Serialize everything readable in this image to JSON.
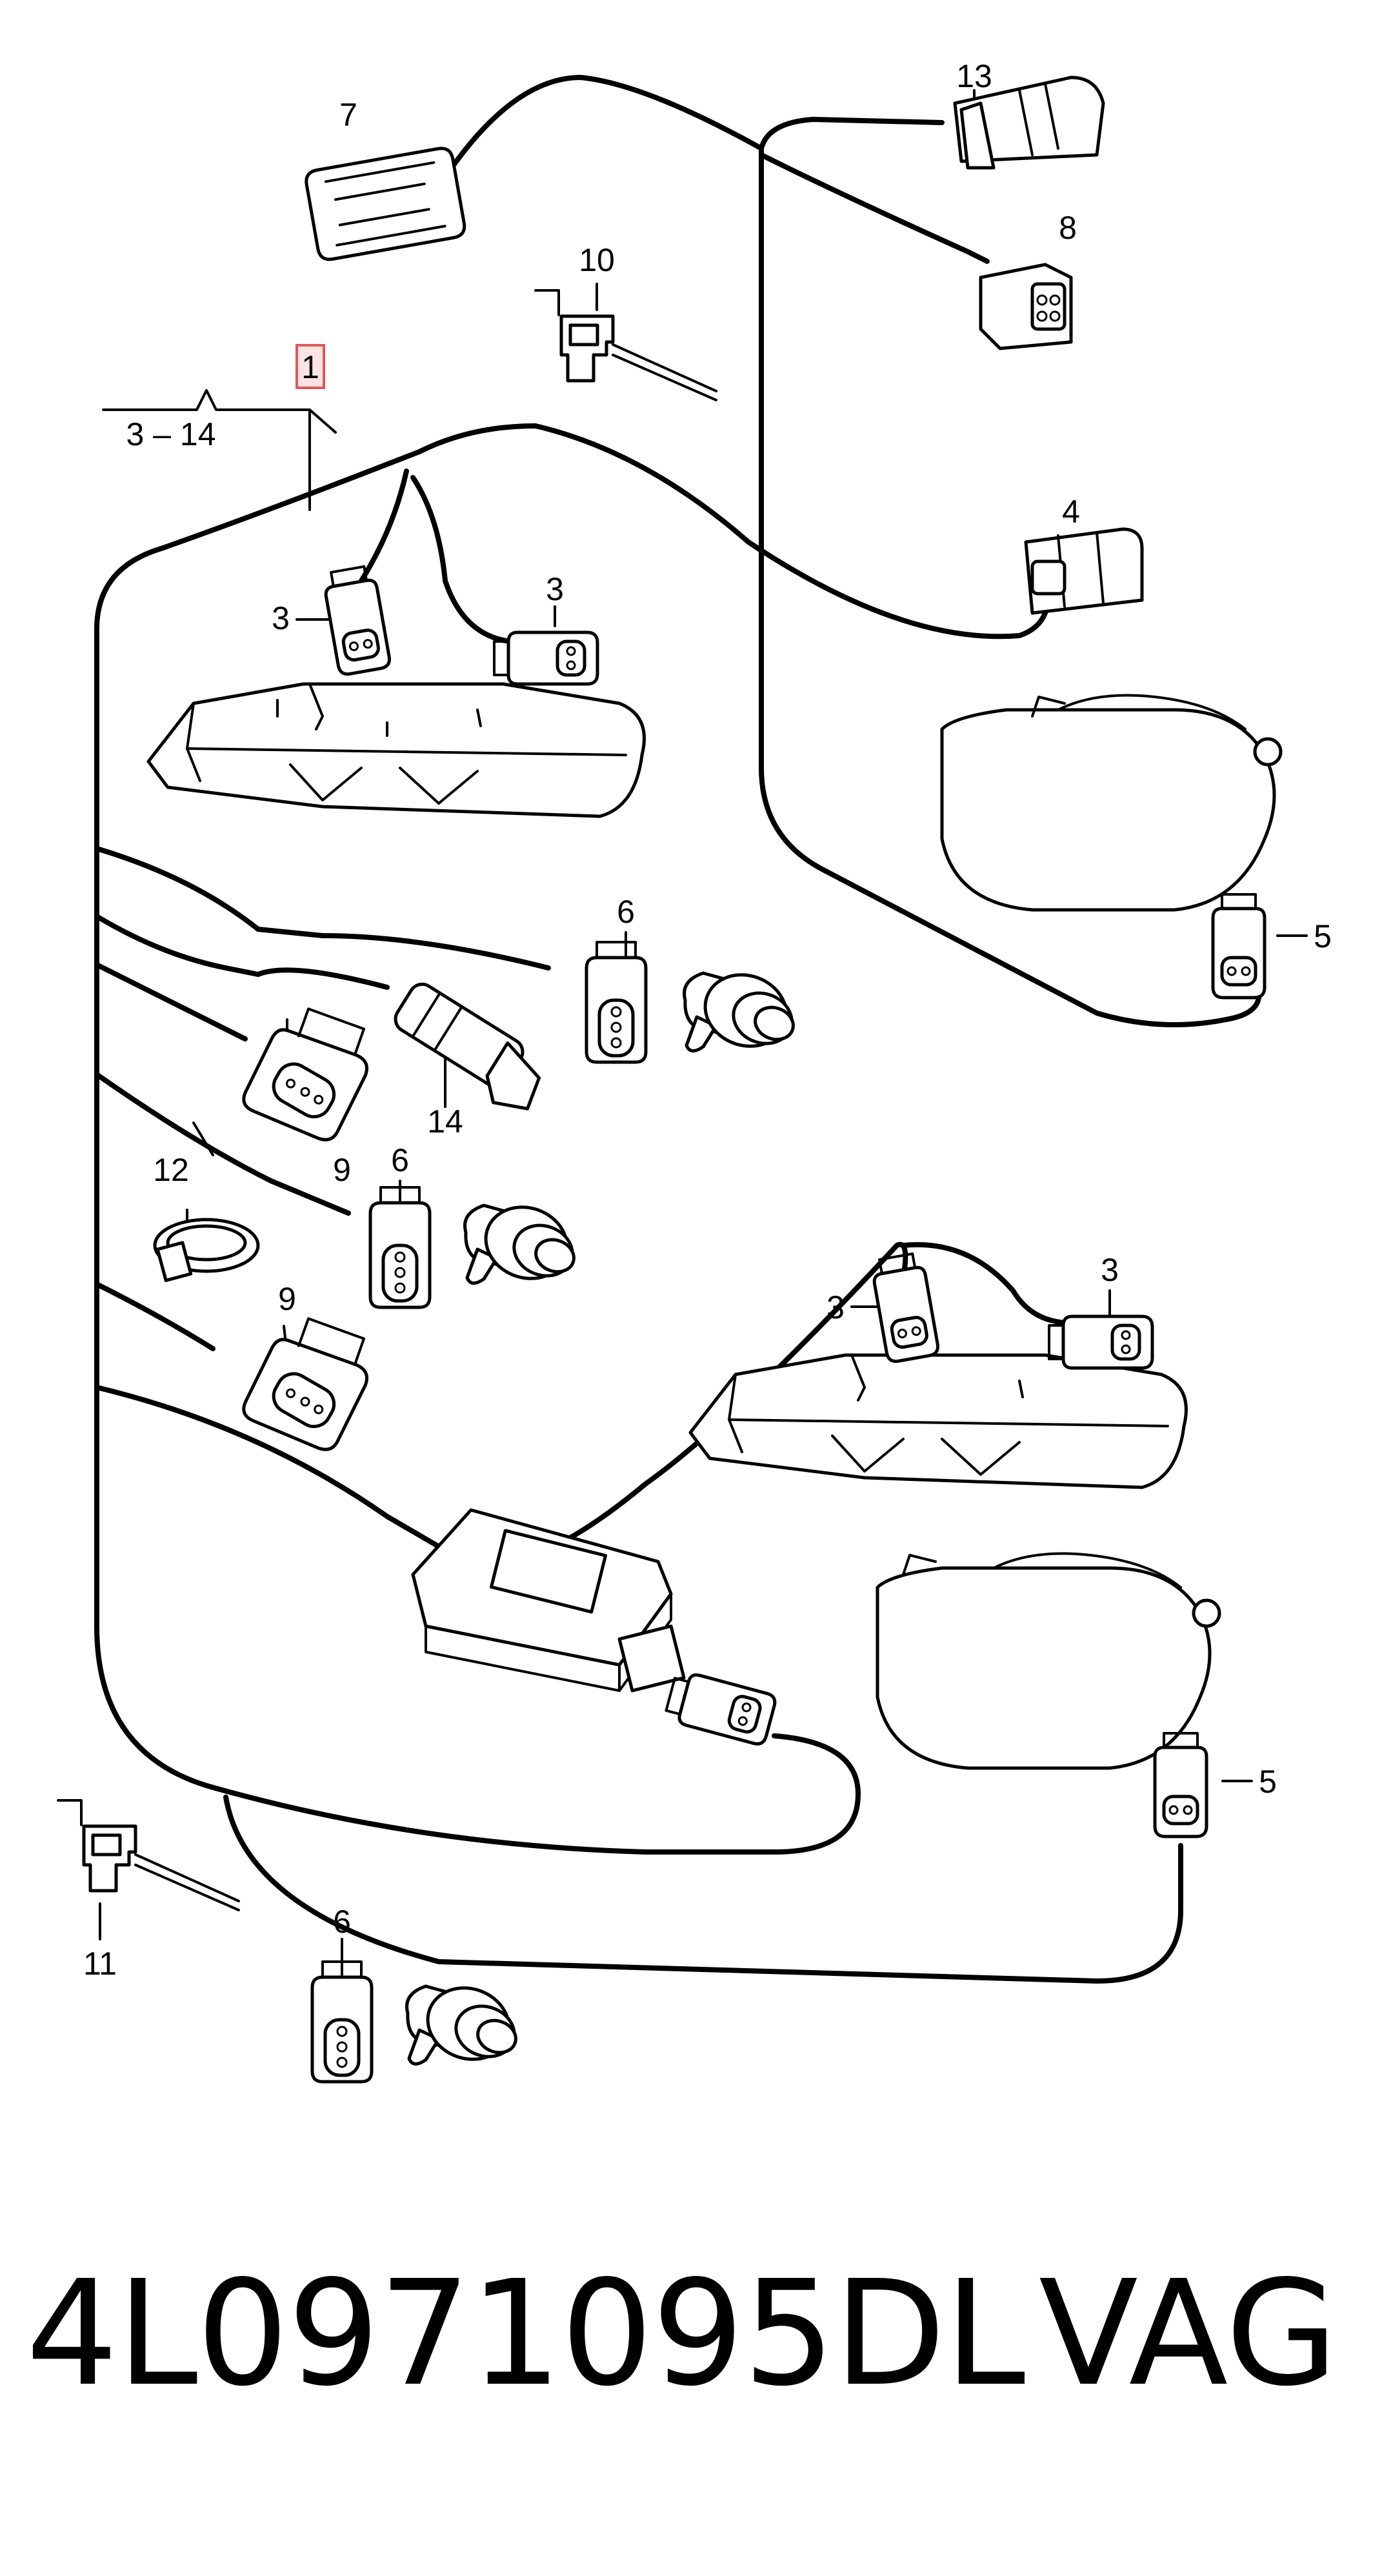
{
  "diagram": {
    "callouts": {
      "main_assembly": "1",
      "main_range": "3 – 14",
      "c3a": "3",
      "c3b": "3",
      "c3c": "3",
      "c3d": "3",
      "c4": "4",
      "c5a": "5",
      "c5b": "5",
      "c6a": "6",
      "c6b": "6",
      "c6c": "6",
      "c7": "7",
      "c8": "8",
      "c9a": "9",
      "c9b": "9",
      "c10": "10",
      "c11": "11",
      "c12": "12",
      "c13": "13",
      "c14": "14"
    },
    "highlight_color": "#e0575b"
  },
  "footer": {
    "part_number": "4L0971095DL",
    "brand": "VAG"
  }
}
